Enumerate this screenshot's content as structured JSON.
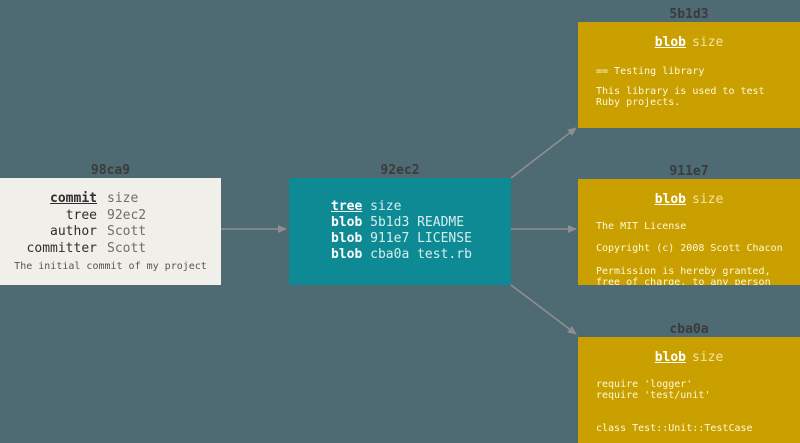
{
  "commit": {
    "hash": "98ca9",
    "fields": [
      {
        "key": "commit",
        "value": "size"
      },
      {
        "key": "tree",
        "value": "92ec2"
      },
      {
        "key": "author",
        "value": "Scott"
      },
      {
        "key": "committer",
        "value": "Scott"
      }
    ],
    "message": "The initial commit of my project"
  },
  "tree": {
    "hash": "92ec2",
    "header": {
      "type": "tree",
      "value": "size"
    },
    "entries": [
      {
        "type": "blob",
        "hash": "5b1d3",
        "name": "README"
      },
      {
        "type": "blob",
        "hash": "911e7",
        "name": "LICENSE"
      },
      {
        "type": "blob",
        "hash": "cba0a",
        "name": "test.rb"
      }
    ]
  },
  "blobs": [
    {
      "hash": "5b1d3",
      "type": "blob",
      "size": "size",
      "lines": [
        "== Testing library",
        "This library is used to test",
        "Ruby projects."
      ]
    },
    {
      "hash": "911e7",
      "type": "blob",
      "size": "size",
      "lines": [
        "The MIT License",
        "Copyright (c) 2008 Scott Chacon",
        "Permission is hereby granted,",
        "free of charge, to any person"
      ]
    },
    {
      "hash": "cba0a",
      "type": "blob",
      "size": "size",
      "lines": [
        "require 'logger'",
        "require 'test/unit'",
        "class Test::Unit::TestCase"
      ]
    }
  ],
  "colors": {
    "background": "#4e6a73",
    "commit_box": "#f1efe9",
    "tree_box": "#0e8a94",
    "blob_box": "#c9a000",
    "arrow": "#8f8f8f"
  }
}
